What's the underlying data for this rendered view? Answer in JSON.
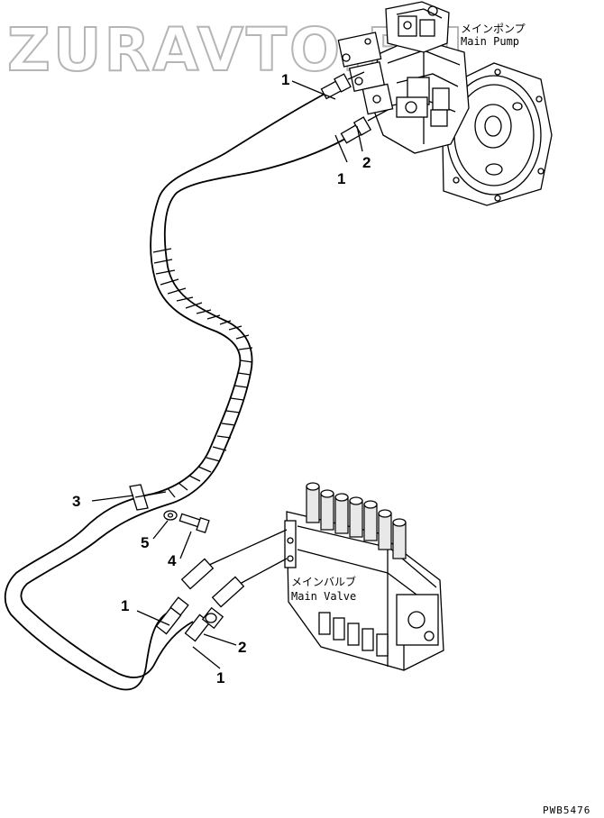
{
  "watermark": "ZURAVTO.RU",
  "components": {
    "main_pump": {
      "label_jp": "メインポンプ",
      "label_en": "Main Pump"
    },
    "main_valve": {
      "label_jp": "メインバルブ",
      "label_en": "Main Valve"
    }
  },
  "callouts": [
    {
      "id": "hose-upper-left",
      "text": "1"
    },
    {
      "id": "hose-upper-right",
      "text": "1"
    },
    {
      "id": "fitting-upper",
      "text": "2"
    },
    {
      "id": "clamp",
      "text": "3"
    },
    {
      "id": "bolt",
      "text": "4"
    },
    {
      "id": "washer",
      "text": "5"
    },
    {
      "id": "hose-lower-left",
      "text": "1"
    },
    {
      "id": "fitting-lower",
      "text": "2"
    },
    {
      "id": "hose-lower-right",
      "text": "1"
    }
  ],
  "drawing_code": "PWB5476"
}
